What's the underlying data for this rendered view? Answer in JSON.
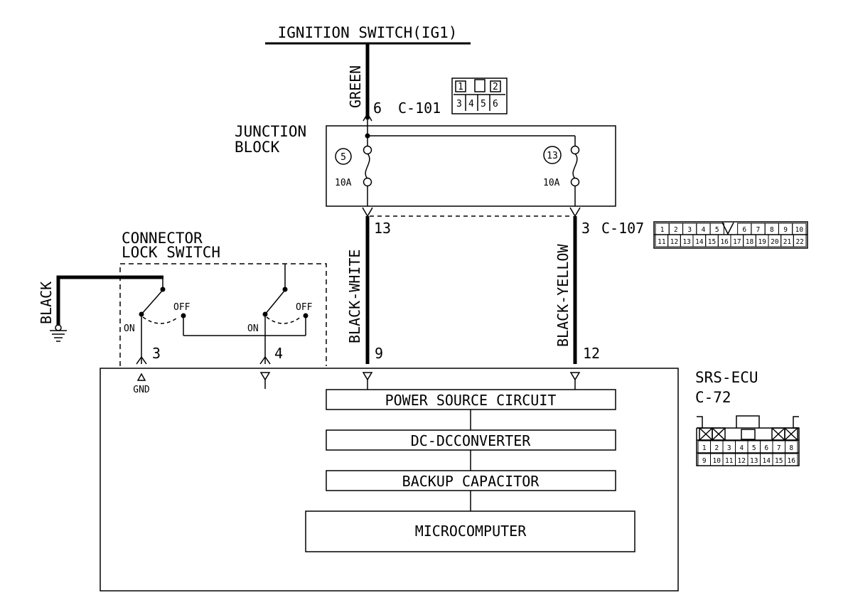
{
  "ignition_switch": "IGNITION SWITCH(IG1)",
  "wires": {
    "green": "GREEN",
    "black_white": "BLACK-WHITE",
    "black_yellow": "BLACK-YELLOW",
    "black": "BLACK"
  },
  "junction_block": {
    "line1": "JUNCTION",
    "line2": "BLOCK",
    "fuse_left_num": "5",
    "fuse_right_num": "13",
    "fuse_rating": "10A"
  },
  "connectors": {
    "c101": {
      "label": "C-101",
      "pin": "6",
      "cells_top": [
        "1",
        "2"
      ],
      "cells_bottom": [
        "3",
        "4",
        "5",
        "6"
      ]
    },
    "c107": {
      "label": "C-107",
      "pin_left": "13",
      "pin_right": "3",
      "row1": [
        "1",
        "2",
        "3",
        "4",
        "5",
        "6",
        "7",
        "8",
        "9",
        "10"
      ],
      "row2": [
        "11",
        "12",
        "13",
        "14",
        "15",
        "16",
        "17",
        "18",
        "19",
        "20",
        "21",
        "22"
      ]
    },
    "c72": {
      "ecu_label": "SRS-ECU",
      "label": "C-72",
      "row1": [
        "1",
        "2",
        "3",
        "4",
        "5",
        "6",
        "7",
        "8"
      ],
      "row2": [
        "9",
        "10",
        "11",
        "12",
        "13",
        "14",
        "15",
        "16"
      ]
    }
  },
  "lock_switch": {
    "line1": "CONNECTOR",
    "line2": "LOCK SWITCH",
    "on": "ON",
    "off": "OFF",
    "pin_left": "3",
    "pin_right": "4"
  },
  "ecu_pins": {
    "bw": "9",
    "by": "12",
    "gnd": "GND"
  },
  "blocks": {
    "power": "POWER SOURCE CIRCUIT",
    "dcdc": "DC-DCCONVERTER",
    "backup": "BACKUP CAPACITOR",
    "micro": "MICROCOMPUTER"
  }
}
